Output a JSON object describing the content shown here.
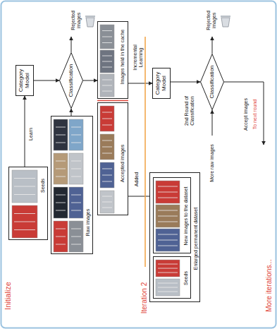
{
  "diagram": {
    "nodes": [
      {
        "text": [
          "Category Model"
        ]
      },
      {
        "text": [
          "Classification"
        ]
      },
      {
        "text": [
          "Rejected images"
        ]
      },
      {
        "text": [
          "Images held in the cache"
        ]
      },
      {
        "text": [
          "Accepted images"
        ]
      },
      {
        "text": [
          "Seeds"
        ]
      },
      {
        "text": [
          "Raw images"
        ]
      },
      {
        "text": [
          "Category Model"
        ]
      },
      {
        "text": [
          "Classification"
        ]
      },
      {
        "text": [
          "Rejected images"
        ]
      },
      {
        "text": [
          "More raw images"
        ]
      },
      {
        "text": [
          "Enlarged permanent dataset"
        ]
      },
      {
        "text": [
          "New images to the dataset"
        ],
        "in": 11
      },
      {
        "text": [
          "Seeds"
        ],
        "in": 11
      }
    ],
    "edges": [
      {
        "from": 5,
        "to": 0,
        "arrow": "to",
        "label": "Learn"
      },
      {
        "from": 0,
        "to": 1,
        "arrow": "to"
      },
      {
        "from": 1,
        "to": 2,
        "arrow": "to"
      },
      {
        "from": 6,
        "to": 1,
        "arrow": "to"
      },
      {
        "from": 1,
        "to": 3,
        "arrow": "to"
      },
      {
        "from": 3,
        "to": 7,
        "arrow": "to",
        "label": "Incremental Learning"
      },
      {
        "from": 4,
        "to": 12,
        "arrow": "to",
        "label": "Added"
      },
      {
        "from": 7,
        "to": 8,
        "arrow": "to",
        "label": "2nd Round of Classification"
      },
      {
        "from": 8,
        "to": 9,
        "arrow": "to"
      },
      {
        "from": 10,
        "to": 8,
        "arrow": "to"
      }
    ],
    "labels": [
      "Initialize",
      "Iteration 2",
      "Accept images",
      "To next round",
      "More iterations..."
    ]
  }
}
